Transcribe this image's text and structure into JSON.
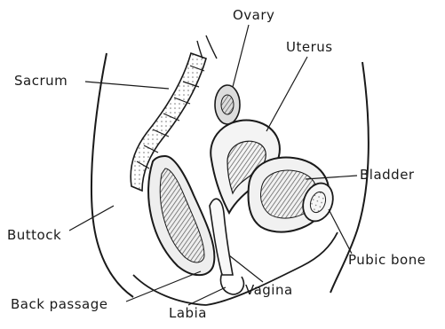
{
  "labels": {
    "ovary": "Ovary",
    "uterus": "Uterus",
    "sacrum": "Sacrum",
    "bladder": "Bladder",
    "buttock": "Buttock",
    "pubic_bone": "Pubic bone",
    "vagina": "Vagina",
    "back_passage": "Back passage",
    "labia": "Labia"
  },
  "colors": {
    "ink": "#1a1a1a",
    "shade": "#5a5a5a",
    "paper": "#ffffff"
  }
}
